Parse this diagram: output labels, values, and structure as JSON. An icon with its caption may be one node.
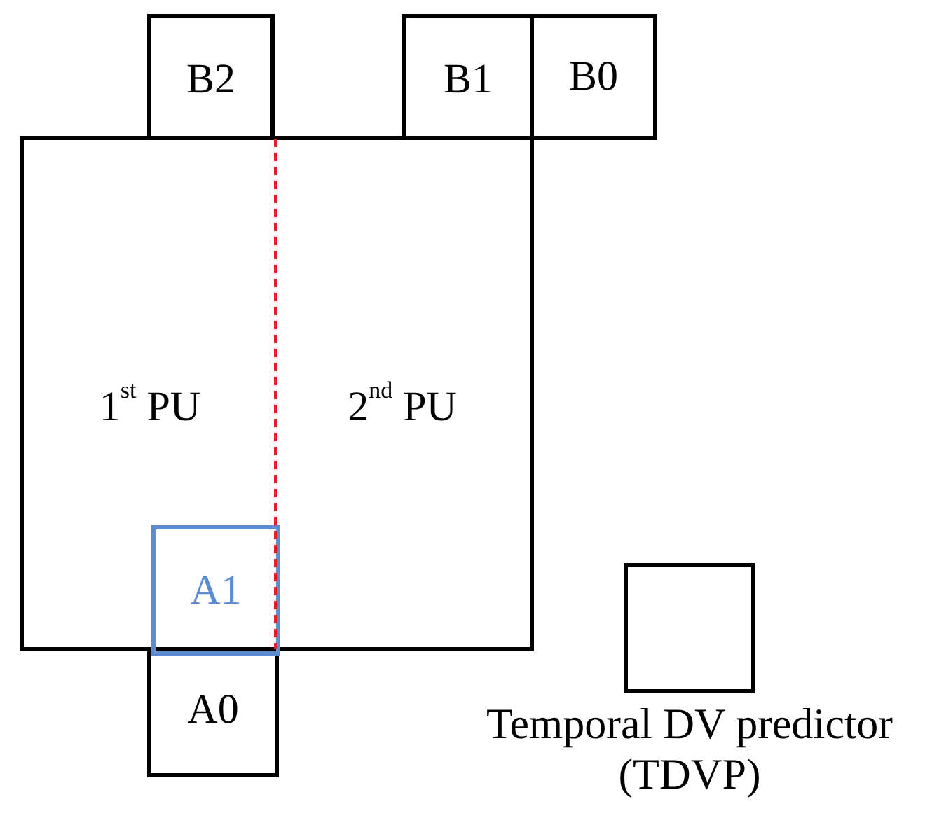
{
  "diagram": {
    "nodes": [
      {
        "text": [
          "B2"
        ]
      },
      {
        "text": [
          "B1"
        ]
      },
      {
        "text": [
          "B0"
        ]
      },
      {
        "text": [
          "1$^{st}$ PU"
        ]
      },
      {
        "text": [
          "2$^{nd}$ PU"
        ]
      },
      {
        "text": [
          "A1"
        ],
        "in": 3
      },
      {
        "text": [
          "A0"
        ]
      },
      {
        "text": [
          "Temporal DV predictor (TDVP)"
        ]
      }
    ]
  }
}
